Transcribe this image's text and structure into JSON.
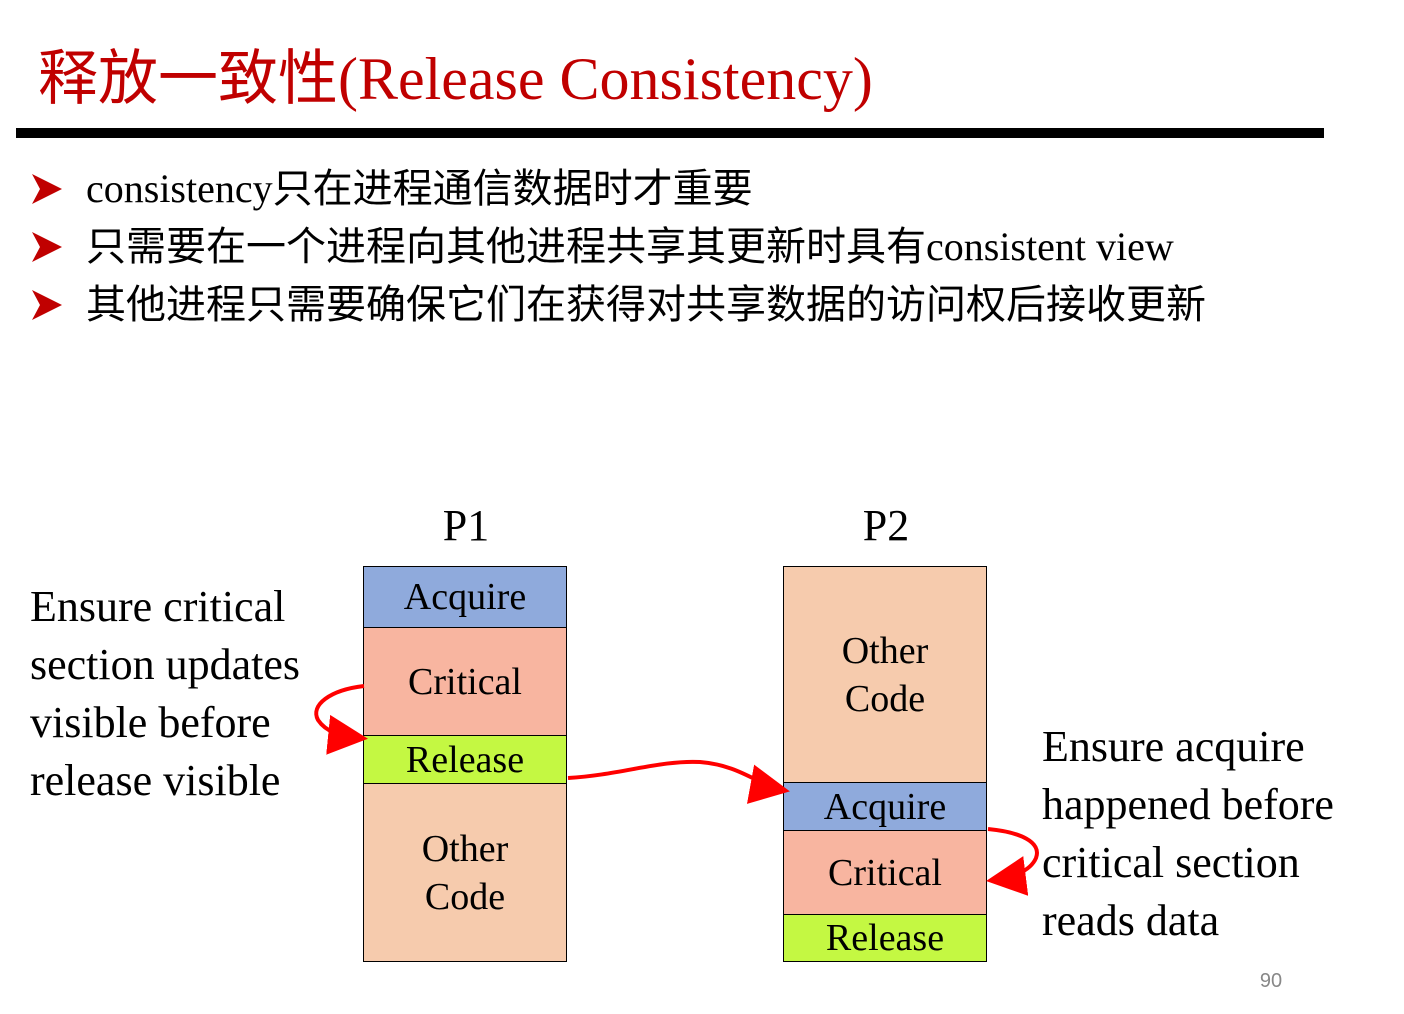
{
  "title": "释放一致性(Release Consistency)",
  "bullets": [
    "consistency只在进程通信数据时才重要",
    "只需要在一个进程向其他进程共享其更新时具有consistent view",
    "其他进程只需要确保它们在获得对共享数据的访问权后接收更新"
  ],
  "diagram": {
    "p1": {
      "label": "P1",
      "segments": {
        "acquire": "Acquire",
        "critical": "Critical",
        "release": "Release",
        "other": "Other\nCode"
      }
    },
    "p2": {
      "label": "P2",
      "segments": {
        "other": "Other\nCode",
        "acquire": "Acquire",
        "critical": "Critical",
        "release": "Release"
      }
    },
    "left_note": "Ensure critical\nsection updates\nvisible before\nrelease visible",
    "right_note": "Ensure acquire\nhappened before\ncritical section\nreads data",
    "colors": {
      "acquire": "#8faadc",
      "critical": "#f8b5a0",
      "release": "#c4f842",
      "other_code": "#f6cbad",
      "arrow": "#ff0000",
      "title": "#c00000"
    }
  },
  "page_number": "90"
}
